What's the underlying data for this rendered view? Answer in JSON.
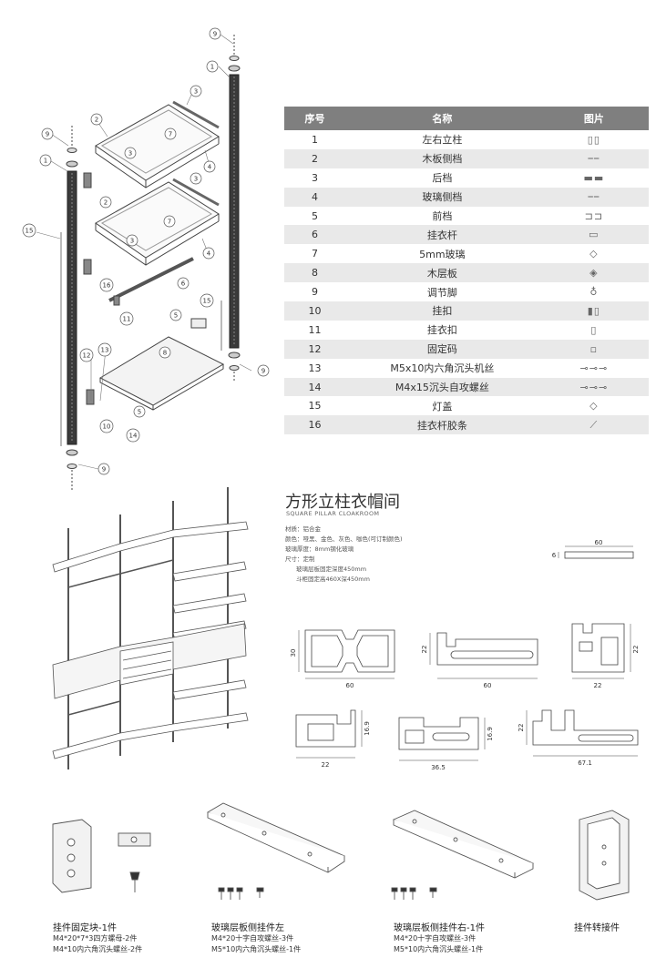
{
  "callouts": [
    "1",
    "2",
    "3",
    "4",
    "5",
    "6",
    "7",
    "8",
    "9",
    "10",
    "11",
    "12",
    "13",
    "14",
    "15",
    "16"
  ],
  "table": {
    "headers": [
      "序号",
      "名称",
      "图片"
    ],
    "rows": [
      {
        "no": "1",
        "name": "左右立柱",
        "icon": "pillar-icon"
      },
      {
        "no": "2",
        "name": "木板侧档",
        "icon": "side-rail-icon"
      },
      {
        "no": "3",
        "name": "后档",
        "icon": "back-rail-icon"
      },
      {
        "no": "4",
        "name": "玻璃侧档",
        "icon": "glass-side-rail-icon"
      },
      {
        "no": "5",
        "name": "前档",
        "icon": "front-rail-icon"
      },
      {
        "no": "6",
        "name": "挂衣杆",
        "icon": "hanging-rod-icon"
      },
      {
        "no": "7",
        "name": "5mm玻璃",
        "icon": "glass-panel-icon"
      },
      {
        "no": "8",
        "name": "木层板",
        "icon": "wood-shelf-icon"
      },
      {
        "no": "9",
        "name": "调节脚",
        "icon": "adjust-foot-icon"
      },
      {
        "no": "10",
        "name": "挂扣",
        "icon": "hook-clip-icon"
      },
      {
        "no": "11",
        "name": "挂衣扣",
        "icon": "hanger-clip-icon"
      },
      {
        "no": "12",
        "name": "固定码",
        "icon": "fixing-block-icon"
      },
      {
        "no": "13",
        "name": "M5x10内六角沉头机丝",
        "icon": "machine-screws-icon"
      },
      {
        "no": "14",
        "name": "M4x15沉头自攻螺丝",
        "icon": "tapping-screws-icon"
      },
      {
        "no": "15",
        "name": "灯盖",
        "icon": "light-cover-icon"
      },
      {
        "no": "16",
        "name": "挂衣杆胶条",
        "icon": "rod-rubber-strip-icon"
      }
    ]
  },
  "product": {
    "title": "方形立柱衣帽间",
    "subtitle": "SQUARE PILLAR CLOAKROOM",
    "specs": [
      "材质：铝合金",
      "颜色：哑黑、金色、灰色、咖色(可订制颜色)",
      "玻璃厚度：8mm钢化玻璃",
      "尺寸：定制",
      "玻璃层板固定深度450mm",
      "斗柜固定高460X深450mm"
    ]
  },
  "dimensions": {
    "bar_len": "60",
    "bar_h": "6",
    "p1_w": "60",
    "p1_h": "30",
    "p2_w": "60",
    "p2_h": "22",
    "p3_w": "22",
    "p3_h": "22",
    "p4_w": "22",
    "p4_h": "16.9",
    "p5_w": "36.5",
    "p5_h": "16.9",
    "p6_w": "67.1",
    "p6_h": "22"
  },
  "accessories": [
    {
      "caption": "挂件固定块-1件",
      "lines": [
        "M4*20*7*3四方螺母-2件",
        "M4*10内六角沉头螺丝-2件"
      ]
    },
    {
      "caption": "玻璃层板侧挂件左",
      "lines": [
        "M4*20十字自攻螺丝-3件",
        "M5*10内六角沉头螺丝-1件"
      ]
    },
    {
      "caption": "玻璃层板侧挂件右-1件",
      "lines": [
        "M4*20十字自攻螺丝-3件",
        "M5*10内六角沉头螺丝-1件"
      ]
    },
    {
      "caption": "挂件转接件",
      "lines": []
    }
  ]
}
